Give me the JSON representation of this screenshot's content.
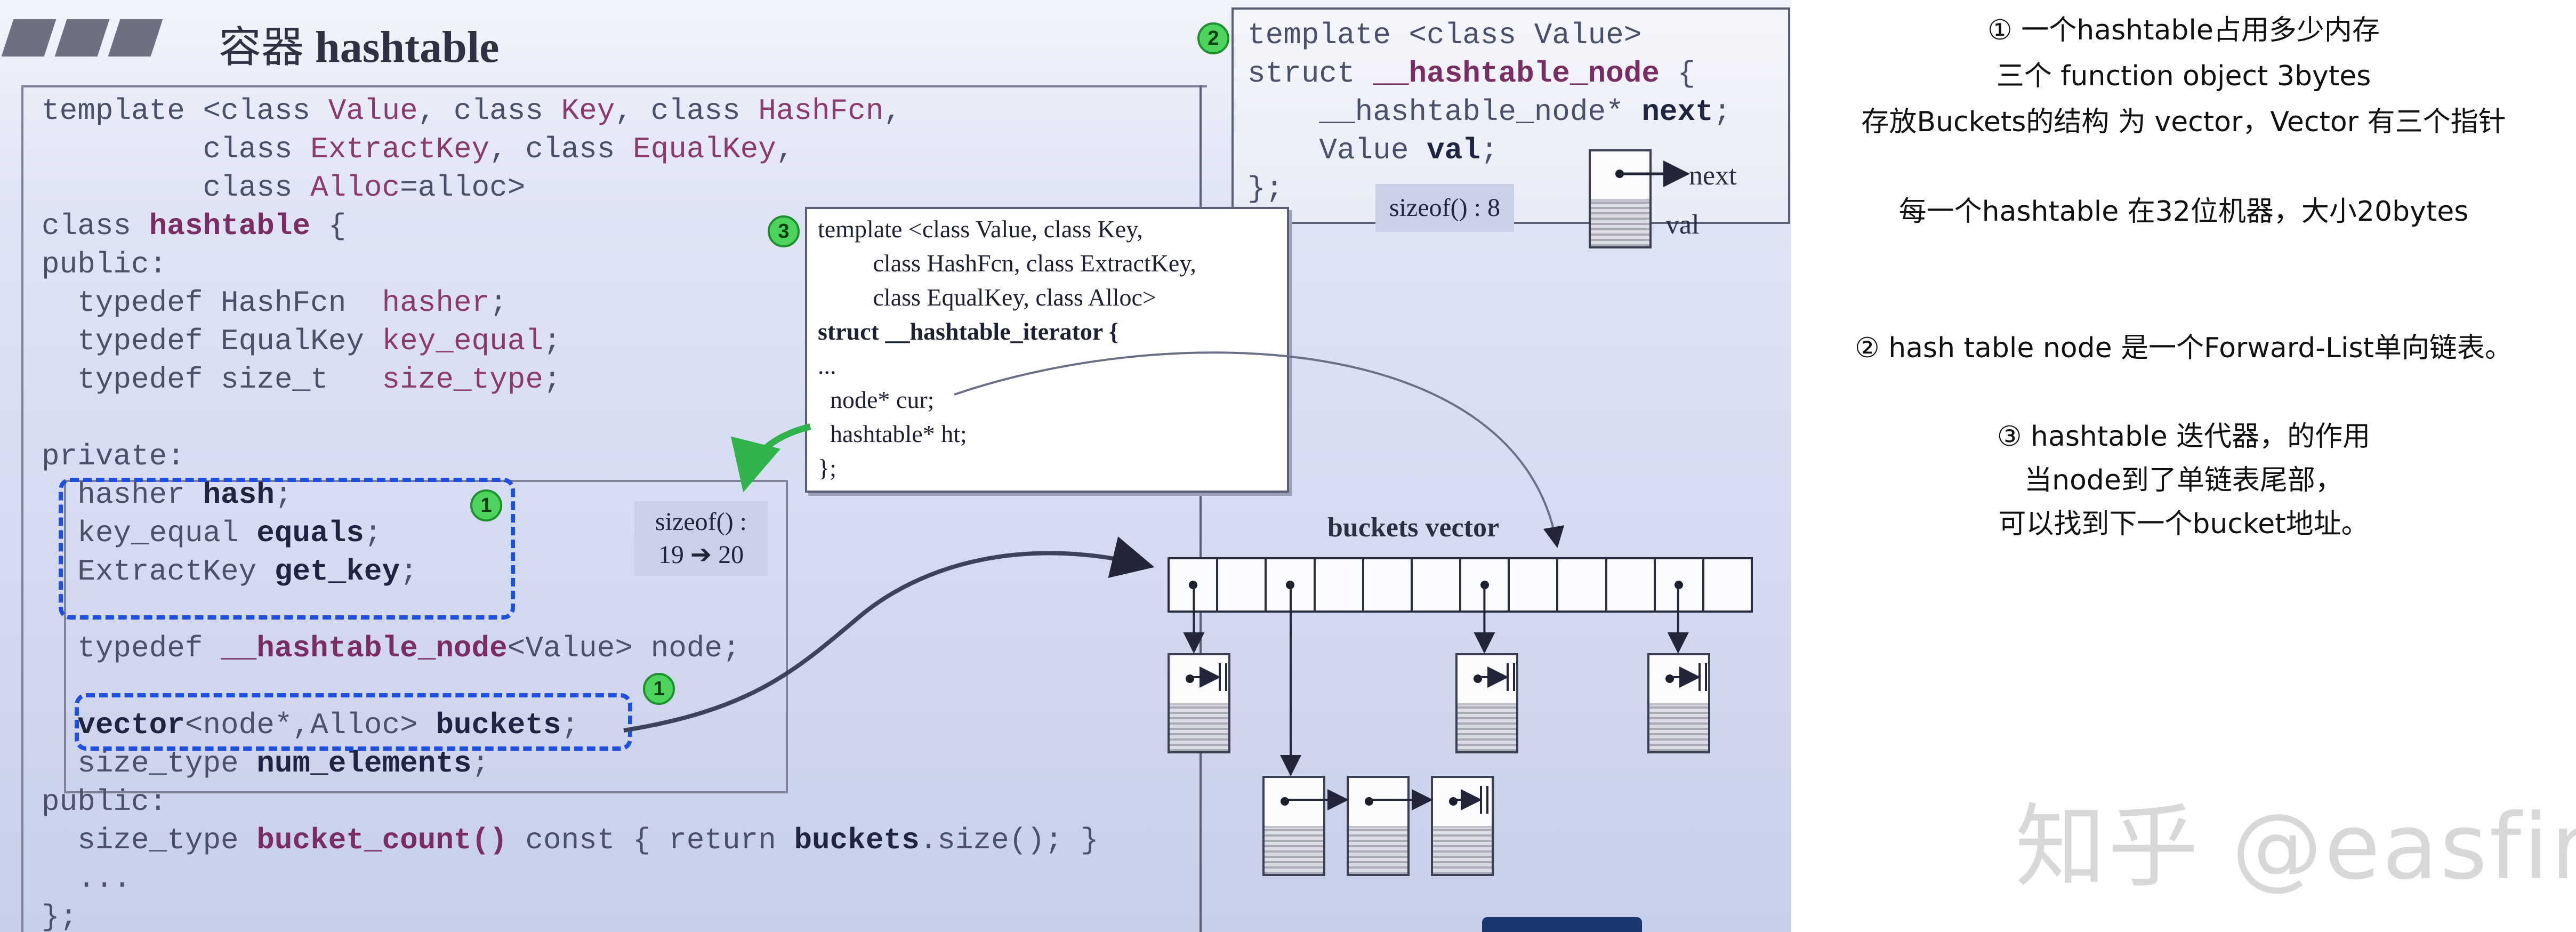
{
  "slide": {
    "title_cjk": "容器",
    "title_en": "hashtable",
    "code_lines": [
      {
        "parts": [
          [
            "kw",
            "template <class "
          ],
          [
            "ty",
            "Value"
          ],
          [
            "kw",
            ", class "
          ],
          [
            "ty",
            "Key"
          ],
          [
            "kw",
            ", class "
          ],
          [
            "ty",
            "HashFcn"
          ],
          [
            "kw",
            ","
          ]
        ]
      },
      {
        "parts": [
          [
            "kw",
            "         class "
          ],
          [
            "ty",
            "ExtractKey"
          ],
          [
            "kw",
            ", class "
          ],
          [
            "ty",
            "EqualKey"
          ],
          [
            "kw",
            ","
          ]
        ]
      },
      {
        "parts": [
          [
            "kw",
            "         class "
          ],
          [
            "ty",
            "Alloc"
          ],
          [
            "kw",
            "=alloc>"
          ]
        ]
      },
      {
        "parts": [
          [
            "kw",
            "class "
          ],
          [
            "bn",
            "hashtable"
          ],
          [
            "kw",
            " {"
          ]
        ]
      },
      {
        "parts": [
          [
            "kw",
            "public:"
          ]
        ]
      },
      {
        "parts": [
          [
            "kw",
            "  typedef HashFcn  "
          ],
          [
            "ty",
            "hasher"
          ],
          [
            "kw",
            ";"
          ]
        ]
      },
      {
        "parts": [
          [
            "kw",
            "  typedef EqualKey "
          ],
          [
            "ty",
            "key_equal"
          ],
          [
            "kw",
            ";"
          ]
        ]
      },
      {
        "parts": [
          [
            "kw",
            "  typedef size_t   "
          ],
          [
            "ty",
            "size_type"
          ],
          [
            "kw",
            ";"
          ]
        ]
      },
      {
        "parts": [
          [
            "kw",
            " "
          ]
        ]
      },
      {
        "parts": [
          [
            "kw",
            "private:"
          ]
        ]
      },
      {
        "parts": [
          [
            "kw",
            "  hasher "
          ],
          [
            "b",
            "hash"
          ],
          [
            "kw",
            ";"
          ]
        ]
      },
      {
        "parts": [
          [
            "kw",
            "  key_equal "
          ],
          [
            "b",
            "equals"
          ],
          [
            "kw",
            ";"
          ]
        ]
      },
      {
        "parts": [
          [
            "kw",
            "  ExtractKey "
          ],
          [
            "b",
            "get_key"
          ],
          [
            "kw",
            ";"
          ]
        ]
      },
      {
        "parts": [
          [
            "kw",
            " "
          ]
        ]
      },
      {
        "parts": [
          [
            "kw",
            "  typedef "
          ],
          [
            "bn",
            "__hashtable_node"
          ],
          [
            "kw",
            "<Value> node;"
          ]
        ]
      },
      {
        "parts": [
          [
            "kw",
            " "
          ]
        ]
      },
      {
        "parts": [
          [
            "b",
            "  vector"
          ],
          [
            "kw",
            "<node*,Alloc> "
          ],
          [
            "b",
            "buckets"
          ],
          [
            "kw",
            ";"
          ]
        ]
      },
      {
        "parts": [
          [
            "kw",
            "  size_type "
          ],
          [
            "b",
            "num_elements"
          ],
          [
            "kw",
            ";"
          ]
        ]
      },
      {
        "parts": [
          [
            "kw",
            "public:"
          ]
        ]
      },
      {
        "parts": [
          [
            "kw",
            "  size_type "
          ],
          [
            "bn",
            "bucket_count()"
          ],
          [
            "kw",
            " const { return "
          ],
          [
            "b",
            "buckets"
          ],
          [
            "kw",
            ".size(); }"
          ]
        ]
      },
      {
        "parts": [
          [
            "kw",
            "  ..."
          ]
        ]
      },
      {
        "parts": [
          [
            "kw",
            "};"
          ]
        ]
      }
    ],
    "node_code": [
      {
        "parts": [
          [
            "kw",
            "template <class Value>"
          ]
        ]
      },
      {
        "parts": [
          [
            "kw",
            "struct "
          ],
          [
            "bn",
            "__hashtable_node"
          ],
          [
            "kw",
            " {"
          ]
        ]
      },
      {
        "parts": [
          [
            "kw",
            "    __hashtable_node* "
          ],
          [
            "b",
            "next"
          ],
          [
            "kw",
            ";"
          ]
        ]
      },
      {
        "parts": [
          [
            "kw",
            "    Value "
          ],
          [
            "b",
            "val"
          ],
          [
            "kw",
            ";"
          ]
        ]
      },
      {
        "parts": [
          [
            "kw",
            "};"
          ]
        ]
      }
    ],
    "sizeof_hashtable_line1": "sizeof() :",
    "sizeof_hashtable_line2": "19 ➔ 20",
    "sizeof_node": "sizeof() : 8",
    "node_next_label": "next",
    "node_val_label": "val",
    "iter_lines": [
      "template <class Value, class Key,",
      "         class HashFcn, class ExtractKey,",
      "         class EqualKey, class Alloc>",
      "struct __hashtable_iterator {",
      "...",
      "  node* cur;",
      "  hashtable* ht;",
      "};"
    ],
    "buckets_label": "buckets  vector",
    "badges": [
      "1",
      "1",
      "2",
      "3"
    ],
    "bucket_count": 12
  },
  "notes": {
    "line1": "①  一个hashtable占用多少内存",
    "line2": "三个 function object  3bytes",
    "line3": "存放Buckets的结构 为 vector，Vector 有三个指针",
    "line4": "每一个hashtable 在32位机器，大小20bytes",
    "line5": "② hash table node 是一个Forward-List单向链表。",
    "line6": "③ hashtable 迭代器，的作用",
    "line7": "当node到了单链表尾部，",
    "line8": "可以找到下一个bucket地址。"
  },
  "watermark": "知乎 @easfire",
  "colors": {
    "dash_blue": "#1e4fe0",
    "badge_green": "#4cd45c",
    "arrow_green": "#2fb34a"
  }
}
